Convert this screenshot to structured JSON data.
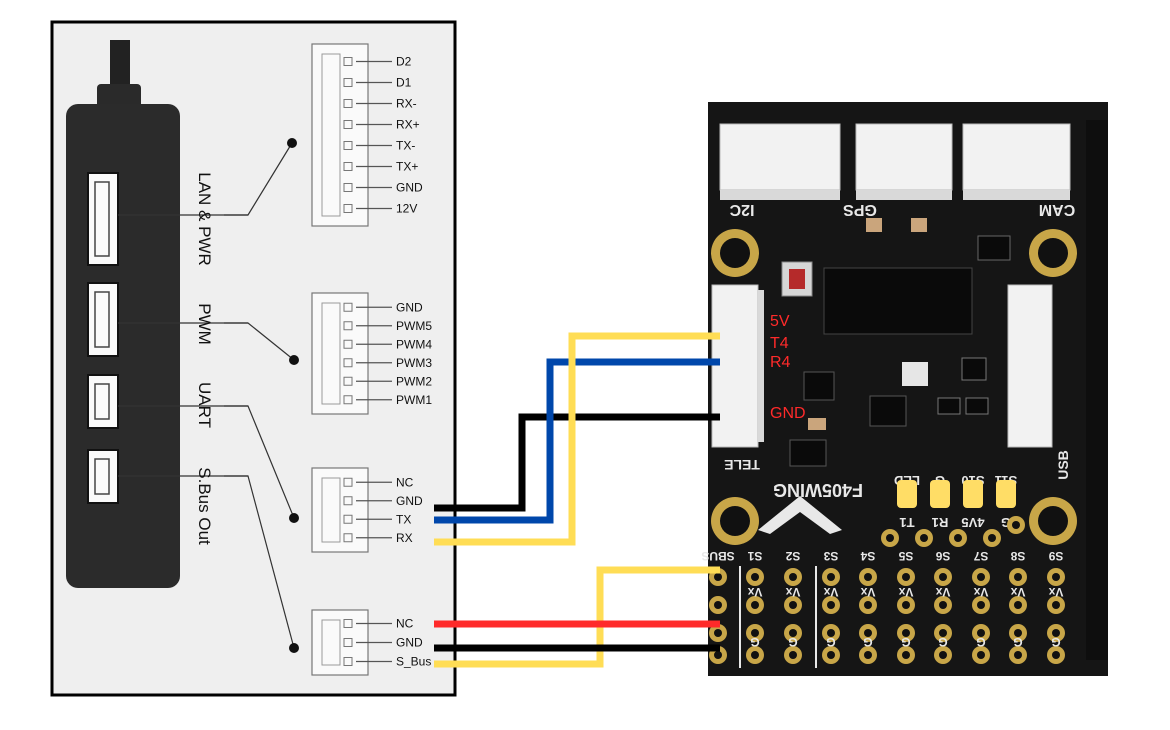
{
  "device": {
    "port_labels": [
      "LAN & PWR",
      "PWM",
      "UART",
      "S.Bus Out"
    ],
    "connectors": {
      "lan_pwr": [
        "D2",
        "D1",
        "RX-",
        "RX+",
        "TX-",
        "TX+",
        "GND",
        "12V"
      ],
      "pwm": [
        "GND",
        "PWM5",
        "PWM4",
        "PWM3",
        "PWM2",
        "PWM1"
      ],
      "uart": [
        "NC",
        "GND",
        "TX",
        "RX"
      ],
      "sbus": [
        "NC",
        "GND",
        "S_Bus"
      ]
    }
  },
  "board": {
    "name": "F405WING",
    "top_connectors": [
      "I2C",
      "GPS",
      "CAM"
    ],
    "side_labels": [
      "TELE",
      "USB"
    ],
    "telem_pins": [
      "5V",
      "T4",
      "R4",
      "GND"
    ],
    "pads_top": [
      "LED",
      "G",
      "S10",
      "S11"
    ],
    "pads_bottom": [
      "T1",
      "R1",
      "4V5",
      "G"
    ],
    "servo_header": [
      "SBUS",
      "S1",
      "S2",
      "S3",
      "S4",
      "S5",
      "S6",
      "S7",
      "S8",
      "S9"
    ],
    "row_vx": "Vx",
    "row_g": "G"
  },
  "wires": [
    {
      "name": "uart-gnd-wire",
      "color": "#000000"
    },
    {
      "name": "uart-tx-wire",
      "color": "#0047ab"
    },
    {
      "name": "uart-rx-wire",
      "color": "#ffdd55"
    },
    {
      "name": "sbus-signal-wire",
      "color": "#ffdd55"
    },
    {
      "name": "sbus-nc-wire",
      "color": "#ff2a2a"
    },
    {
      "name": "sbus-gnd-wire",
      "color": "#000000"
    }
  ]
}
